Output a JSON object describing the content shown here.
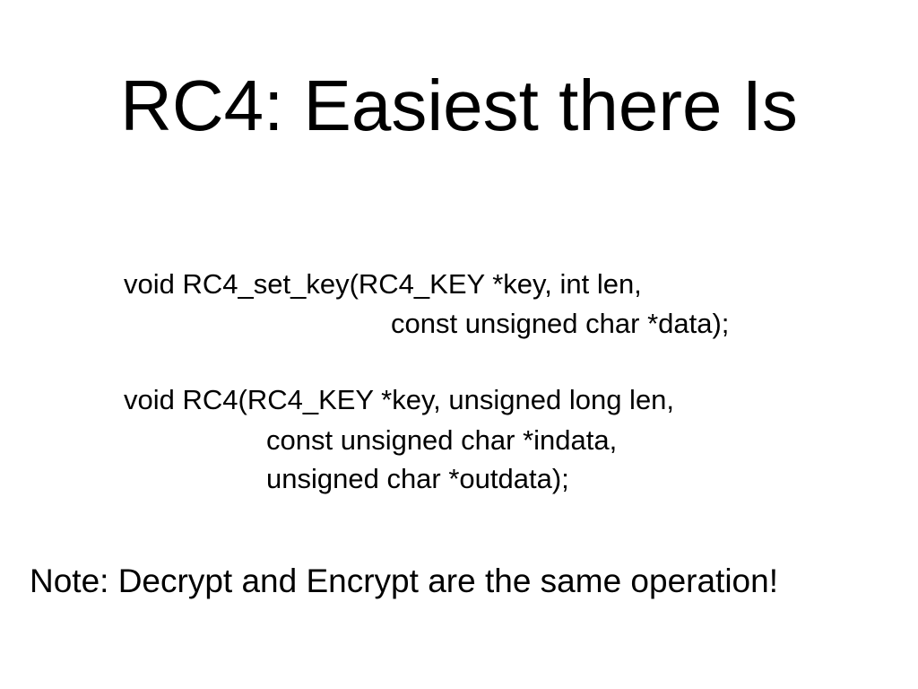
{
  "slide": {
    "title": "RC4: Easiest there Is",
    "set_key_decl": {
      "line1": "void RC4_set_key(RC4_KEY *key, int len,",
      "line2": "const unsigned char *data);"
    },
    "rc4_decl": {
      "line1": "void RC4(RC4_KEY *key, unsigned long len,",
      "line2": "const unsigned char *indata,",
      "line3": "unsigned char *outdata);"
    },
    "note": "Note:  Decrypt and Encrypt are the same operation!"
  }
}
